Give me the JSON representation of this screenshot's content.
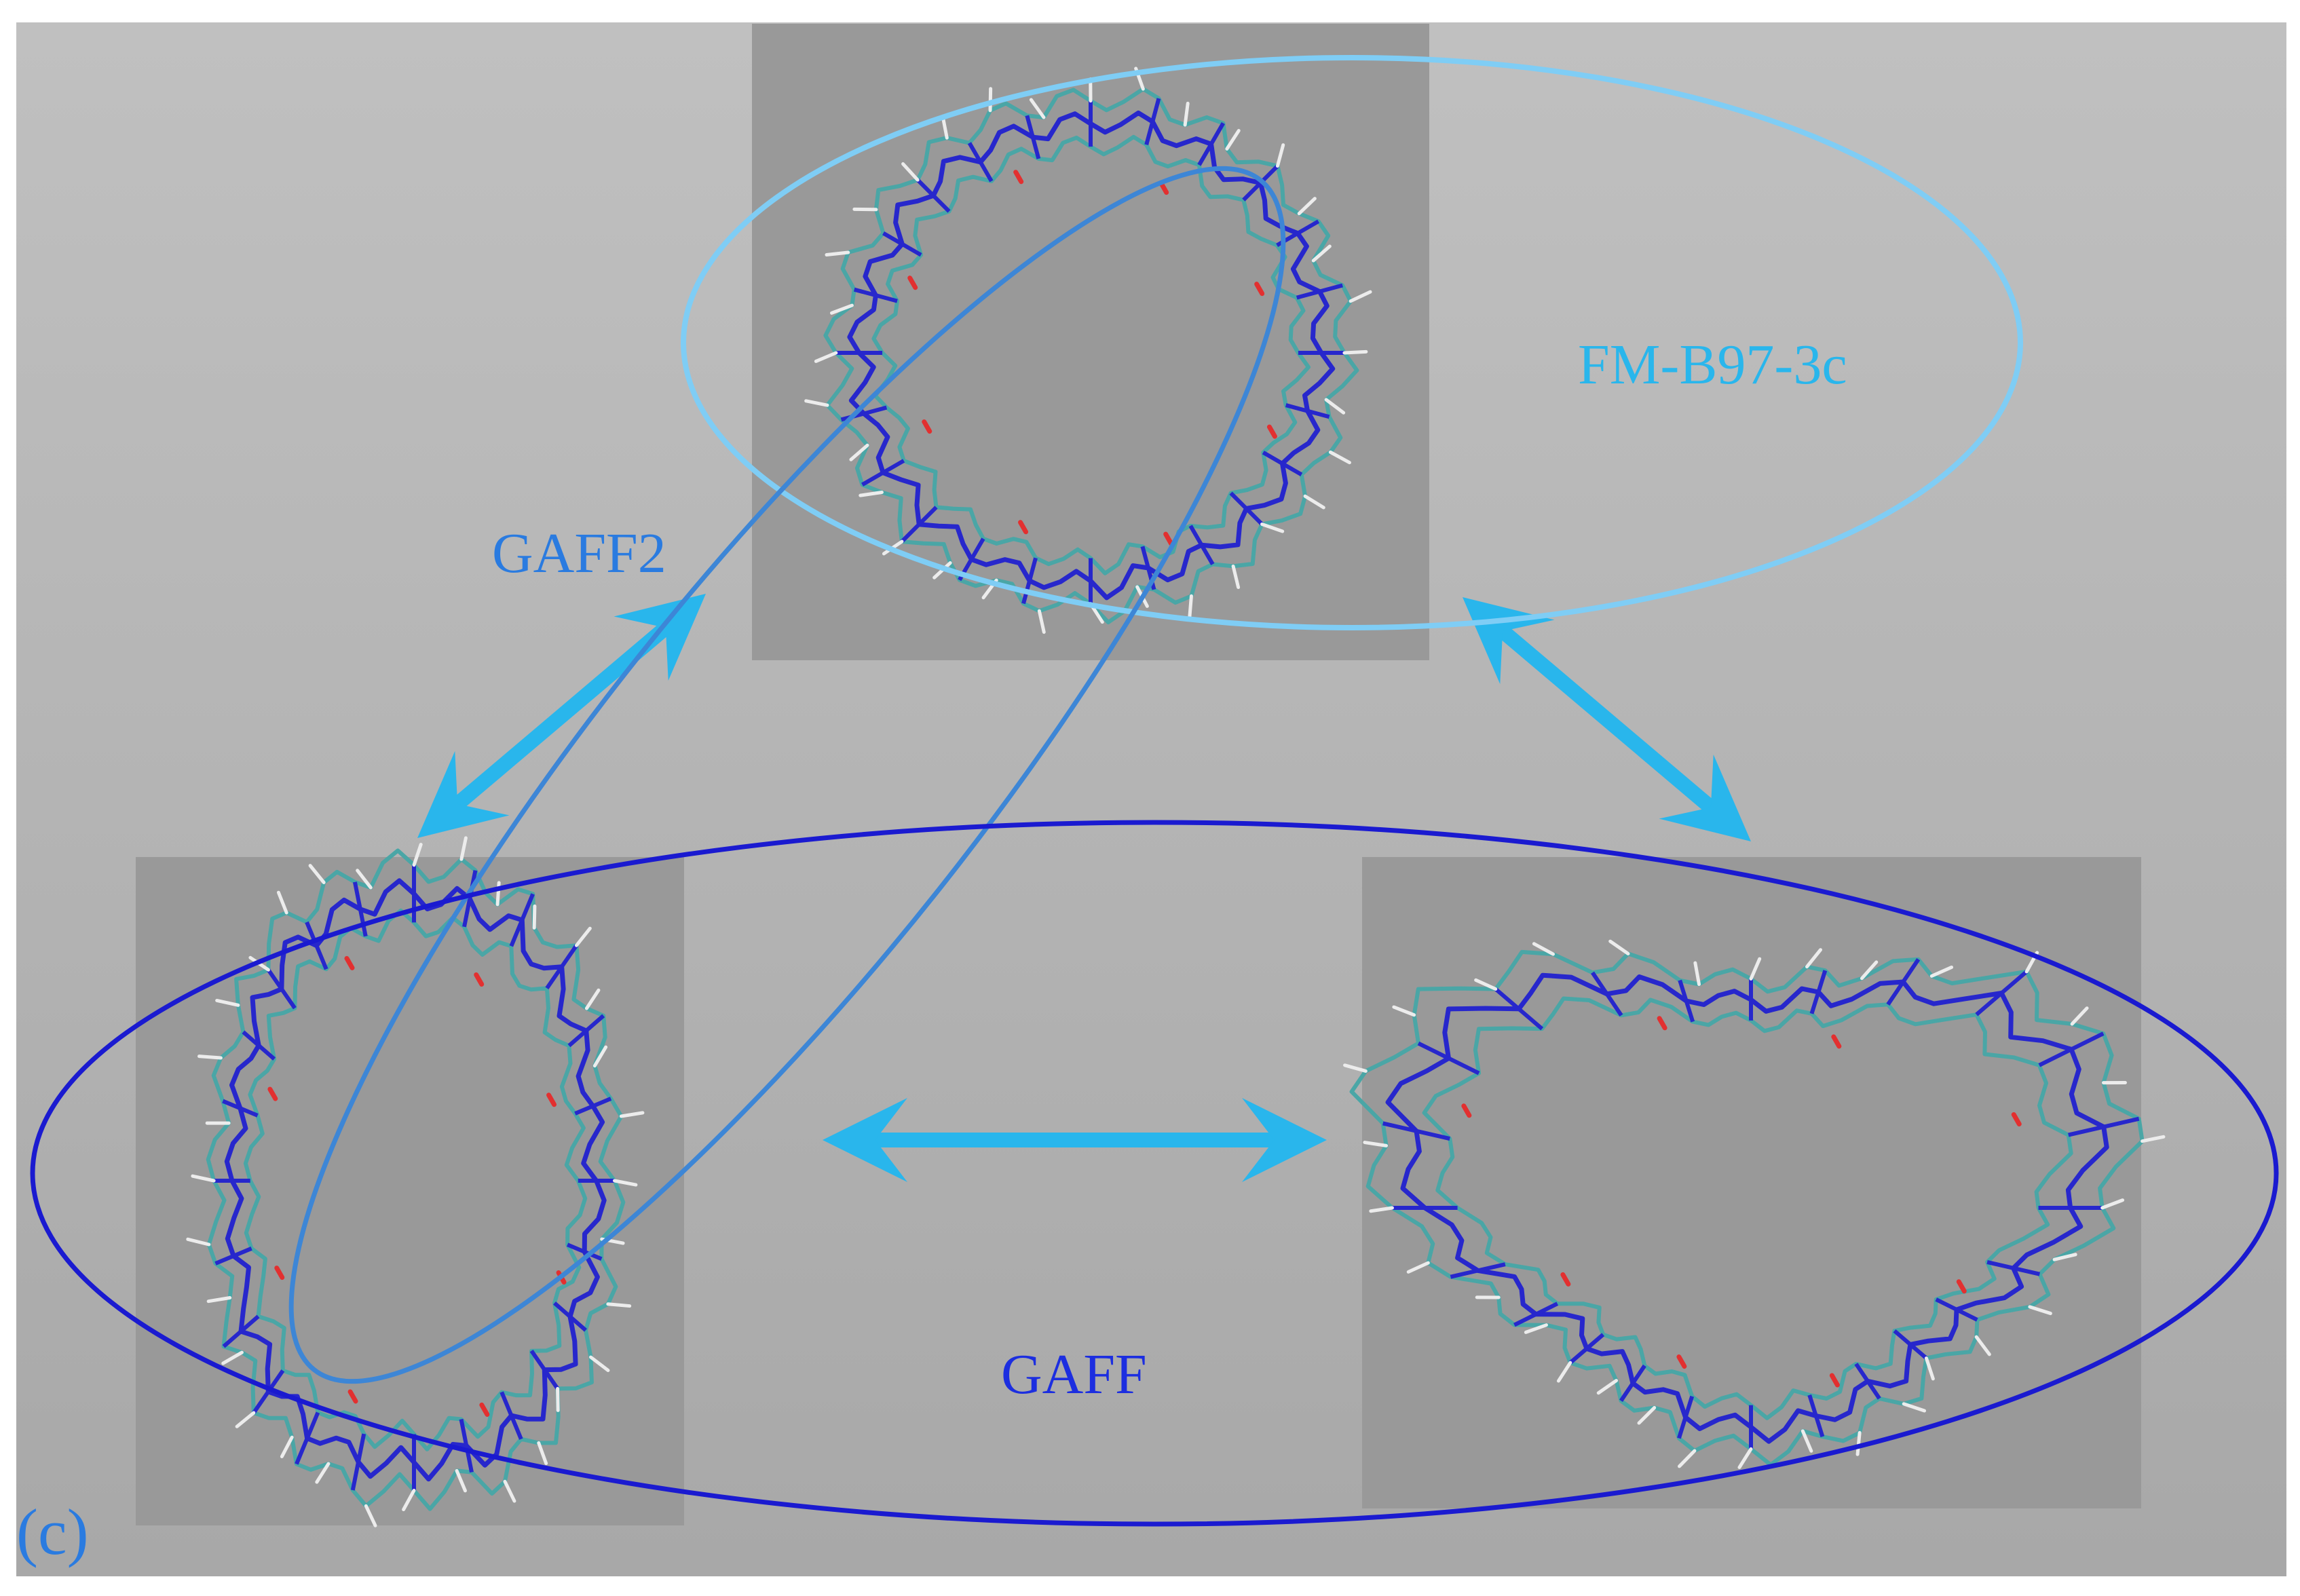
{
  "panel_label": "(c)",
  "methods": {
    "fm": "FM-B97-3c",
    "gaff2": "GAFF2",
    "gaff": "GAFF"
  },
  "structures": [
    {
      "id": "top",
      "shape": "round macrocycle"
    },
    {
      "id": "bottom-left",
      "shape": "elongated macrocycle"
    },
    {
      "id": "bottom-right",
      "shape": "heart-shaped macrocycle"
    }
  ],
  "colors": {
    "background_top": "#bdbdbd",
    "background_bottom": "#aaaaaa",
    "structure_panel": "#999999",
    "arrow": "#29b6ec",
    "fm_ellipse": "#7fcdf5",
    "fm_text": "#29b6ec",
    "gaff2_ellipse": "#3d86d6",
    "gaff2_text": "#2a7be0",
    "gaff_ellipse": "#1a1ad0",
    "gaff_text": "#1c2ee0",
    "bond_carbon": "#4aa6a6",
    "bond_nitrogen": "#2727cc",
    "oxygen": "#e23030",
    "hydrogen": "#ececec",
    "label_c": "#2a7be0"
  }
}
